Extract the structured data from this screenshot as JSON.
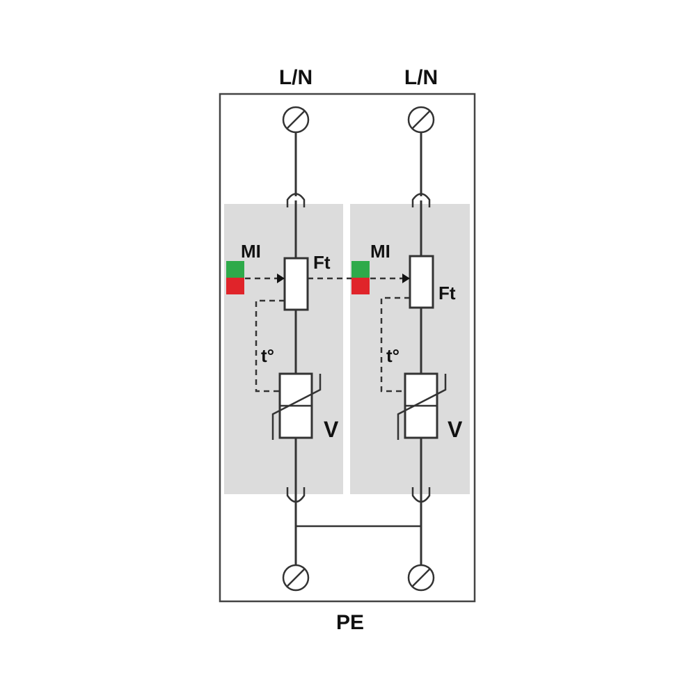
{
  "labels": {
    "top_left": "L/N",
    "top_right": "L/N",
    "bottom": "PE"
  },
  "channels": [
    {
      "indicator_label": "MI",
      "fuse_label": "Ft",
      "thermal_label": "t°",
      "varistor_label": "V"
    },
    {
      "indicator_label": "MI",
      "fuse_label": "Ft",
      "thermal_label": "t°",
      "varistor_label": "V"
    }
  ],
  "colors": {
    "module_fill": "#dcdcdc",
    "indicator_ok": "#2eaa4a",
    "indicator_fault": "#e0242a",
    "line": "#333333"
  },
  "icons": [
    "terminal-screw-icon",
    "plug-contact-icon",
    "fuse-icon",
    "varistor-icon",
    "status-indicator-icon"
  ]
}
